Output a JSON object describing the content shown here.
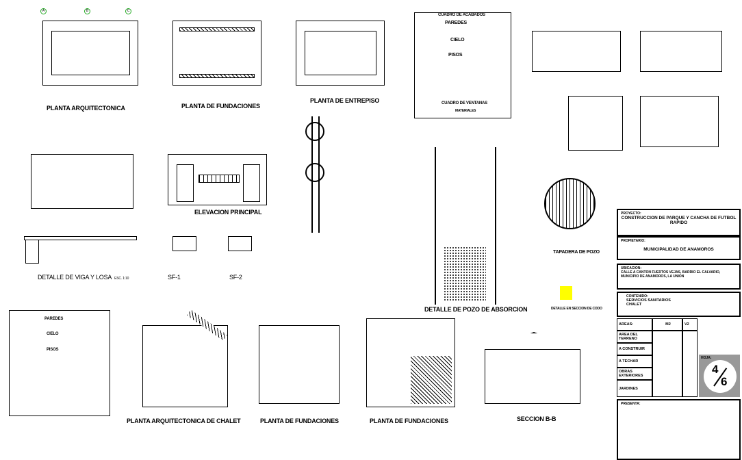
{
  "drawings": {
    "planta_arq": "PLANTA ARQUITECTONICA",
    "planta_fund": "PLANTA DE FUNDACIONES",
    "planta_entrepiso": "PLANTA DE ENTREPISO",
    "elevacion": "ELEVACION PRINCIPAL",
    "viga_losa": "DETALLE DE VIGA Y LOSA",
    "sf1": "SF-1",
    "sf2": "SF-2",
    "pozo": "DETALLE DE POZO DE ABSORCION",
    "tapadera": "TAPADERA DE POZO",
    "codo": "DETALLE EN SECCION DE CODO",
    "chalet": "PLANTA ARQUITECTONICA DE CHALET",
    "fund_chalet": "PLANTA DE FUNDACIONES",
    "fund_chalet2": "PLANTA DE FUNDACIONES",
    "seccion": "SECCION B-B",
    "scale": "ESC. 1:10"
  },
  "schedule": {
    "title": "CUADRO DE ACABADOS",
    "paredes": "PAREDES",
    "cielo": "CIELO",
    "pisos": "PISOS",
    "ventanas": "CUADRO DE VENTANAS",
    "materiales": "MATERIALES"
  },
  "title_block": {
    "proyecto_label": "PROYECTO:",
    "proyecto": "CONSTRUCCION DE PARQUE Y CANCHA DE FUTBOL RAPIDO",
    "propietario_label": "PROPIETARIO:",
    "propietario": "MUNICIPALIDAD DE ANAMOROS",
    "ubicacion_label": "UBICACION:",
    "ubicacion": "CALLE A CANTON FUERTOS VEJAS, BARRIO EL CALVARIO, MUNICIPIO DE ANAMOROS, LA UNION",
    "contenido_label": "CONTENIDO:",
    "contenido_1": "SERVICIOS SANITARIOS",
    "contenido_2": "CHALET",
    "areas": "AREAS:",
    "m2": "M2",
    "v2": "V2",
    "rows": [
      "AREA DEL TERRENO",
      "A CONSTRUIR",
      "A TECHAR",
      "OBRAS EXTERIORES",
      "JARDINES"
    ],
    "hoja_label": "HOJA:",
    "hoja_num": "4",
    "hoja_total": "6",
    "presenta": "PRESENTA:"
  }
}
